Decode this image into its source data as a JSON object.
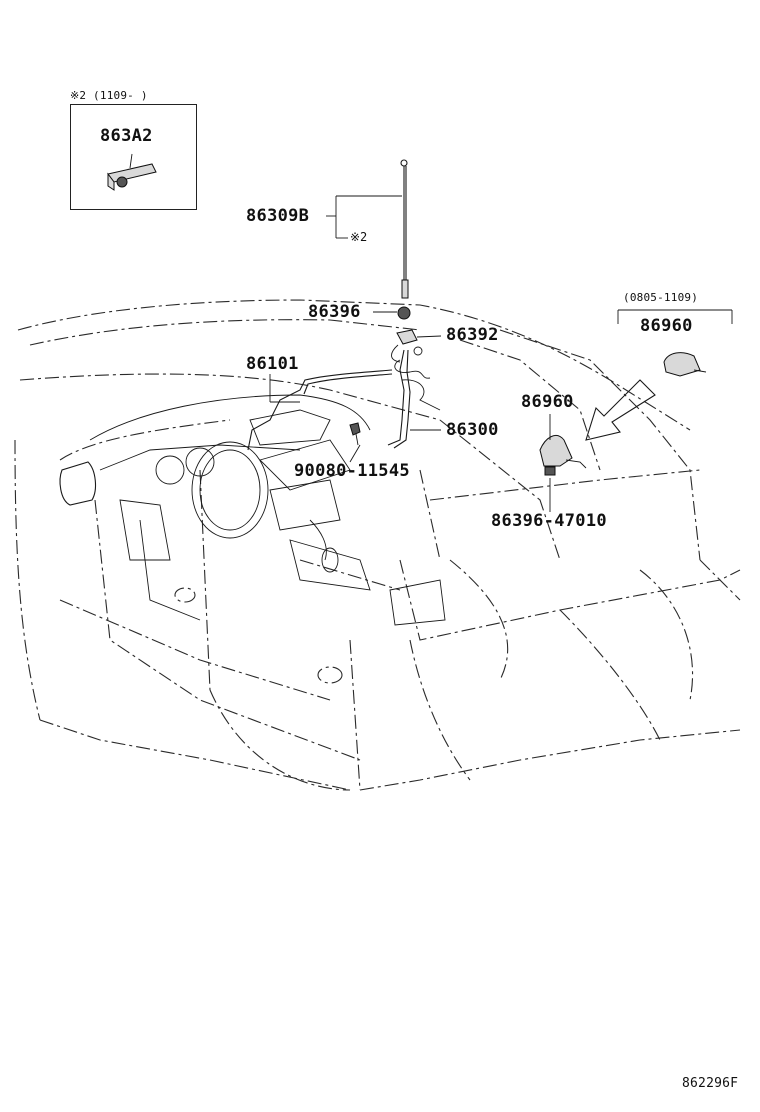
{
  "inset_top": {
    "header": "※2 (1109-     )",
    "part_label": "863A2"
  },
  "labels": {
    "p86309B": "86309B",
    "note2": "※2",
    "p86396": "86396",
    "p86392": "86392",
    "p86101": "86101",
    "p86300": "86300",
    "p86960": "86960",
    "p90080": "90080-11545",
    "p86396_47010": "86396-47010"
  },
  "inset_right": {
    "header": "(0805-1109)",
    "part_label": "86960"
  },
  "footer_code": "862296F"
}
